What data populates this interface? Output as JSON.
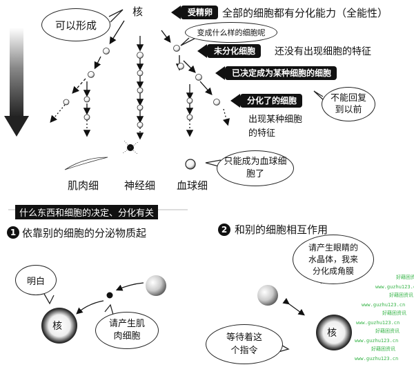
{
  "top": {
    "bubble_form": "可以形成",
    "nucleus": "核",
    "tag_fertilized": "受精卵",
    "text_totipotent": "全部的细胞都有分化能力（全能性）",
    "bubble_question": "变成什么样的细胞呢",
    "tag_undiff": "未分化细胞",
    "text_undiff": "还没有出现细胞的特征",
    "tag_determined": "已决定成为某种细胞的细胞",
    "tag_differentiated": "分化了的细胞",
    "bubble_irrev_1": "不能回复",
    "bubble_irrev_2": "到以前",
    "text_feature_1": "出现某种细胞",
    "text_feature_2": "的特征",
    "bubble_blood_1": "只能成为血球细",
    "bubble_blood_2": "胞了",
    "label_muscle": "肌肉细",
    "label_nerve": "神经细",
    "label_blood": "血球细"
  },
  "bottom": {
    "section_title": "什么东西和细胞的决定、分化有关",
    "item1_num": "1",
    "item1_text": "依靠别的细胞的分泌物质起",
    "item2_num": "2",
    "item2_text": "和别的细胞相互作用",
    "bubble_understood": "明白",
    "nucleus_left": "核",
    "bubble_request_1": "请产生肌",
    "bubble_request_2": "肉细胞",
    "bubble_lens_1": "请产生眼睛的",
    "bubble_lens_2": "水晶体，我来",
    "bubble_lens_3": "分化成角膜",
    "bubble_wait_1": "等待着这",
    "bubble_wait_2": "个指令",
    "nucleus_right": "核"
  },
  "watermark": {
    "line_a": "好藉困资讯",
    "line_b": "www.guzhu123.cn"
  }
}
